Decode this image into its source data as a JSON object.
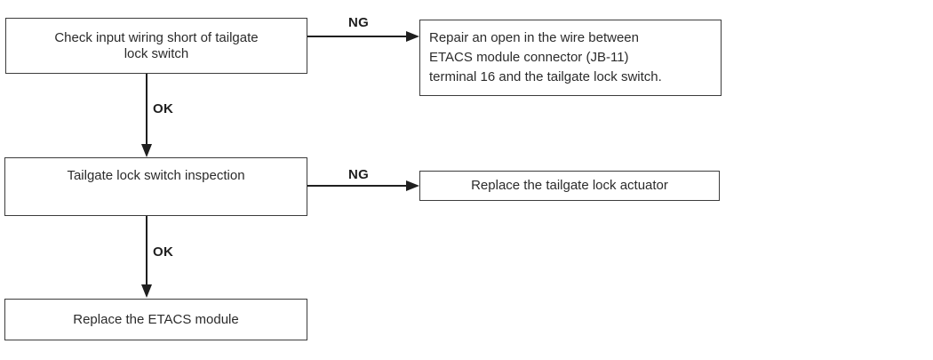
{
  "diagram": {
    "type": "troubleshooting-flowchart",
    "colors": {
      "background": "#ffffff",
      "box_border": "#3c3c3c",
      "text": "#2b2b2b",
      "line": "#1f1f1f"
    },
    "nodes": {
      "check_wiring": {
        "lines": [
          "Check input wiring short of tailgate",
          "lock switch"
        ]
      },
      "repair_wire": {
        "lines": [
          "Repair an open in the wire between",
          "ETACS module connector (JB-11)",
          "terminal 16 and the tailgate lock switch."
        ]
      },
      "switch_inspection": {
        "lines": [
          "Tailgate lock switch inspection"
        ]
      },
      "replace_actuator": {
        "lines": [
          "Replace the tailgate lock actuator"
        ]
      },
      "replace_module": {
        "lines": [
          "Replace the ETACS module"
        ]
      }
    },
    "edges": {
      "check_to_repair": {
        "label": "NG"
      },
      "check_to_inspection": {
        "label": "OK"
      },
      "inspection_to_actuator": {
        "label": "NG"
      },
      "inspection_to_module": {
        "label": "OK"
      }
    }
  }
}
